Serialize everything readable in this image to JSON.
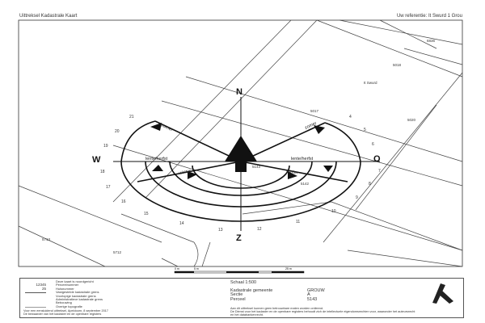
{
  "header": {
    "title": "Uittreksel Kadastrale Kaart",
    "reference": "Uw referentie: It Swurd 1 Grou"
  },
  "map": {
    "compass": {
      "north": "N",
      "south": "Z",
      "west": "W",
      "east": "O"
    },
    "seasons": {
      "summer_left": "zomer",
      "summer_right": "zomer",
      "spring_autumn_left": "lente/herfst",
      "spring_autumn_right": "lente/herfst",
      "winter_left": "winter",
      "winter_right": "winter"
    },
    "hour_marks": [
      "21",
      "20",
      "19",
      "18",
      "17",
      "16",
      "15",
      "14",
      "13",
      "12",
      "11",
      "10",
      "9",
      "8",
      "7",
      "6",
      "5",
      "4"
    ],
    "parcels": [
      "6836",
      "5018",
      "5017",
      "5020",
      "5143",
      "5142",
      "5713",
      "5712"
    ],
    "street": "It Swurd"
  },
  "scalebar": {
    "start": "0 m",
    "mid": "5 m",
    "end": "25 m"
  },
  "legend": {
    "items": [
      {
        "symbol": "",
        "label": "Deze kaart is noordgericht"
      },
      {
        "symbol": "12345",
        "label": "Perceelnummer"
      },
      {
        "symbol": "25",
        "label": "Huisnummer"
      },
      {
        "symbol": "line",
        "label": "Vastgestelde kadastrale grens"
      },
      {
        "symbol": "",
        "label": "Voorlopige kadastrale grens"
      },
      {
        "symbol": "",
        "label": "Administratieve kadastrale grens"
      },
      {
        "symbol": "",
        "label": "Bebouwing"
      },
      {
        "symbol": "thin",
        "label": "Overige topografie"
      }
    ],
    "footer1": "Voor een eensluidend uittreksel, Apeldoorn, 8 september 2017",
    "footer2": "De bewaarder van het kadaster en de openbare registers",
    "scale": "Schaal 1:500",
    "municipality_label": "Kadastrale gemeente",
    "municipality": "GROUW",
    "section_label": "Sectie",
    "section": "A",
    "parcel_label": "Perceel",
    "parcel": "5143",
    "note1": "Aan dit uittreksel kunnen geen betrouwbare maten worden ontleend.",
    "note2": "De Dienst voor het kadaster en de openbare registers behoudt zich de intellectuele eigendomsrechten voor, waaronder het auteursrecht en het databankenrecht."
  }
}
